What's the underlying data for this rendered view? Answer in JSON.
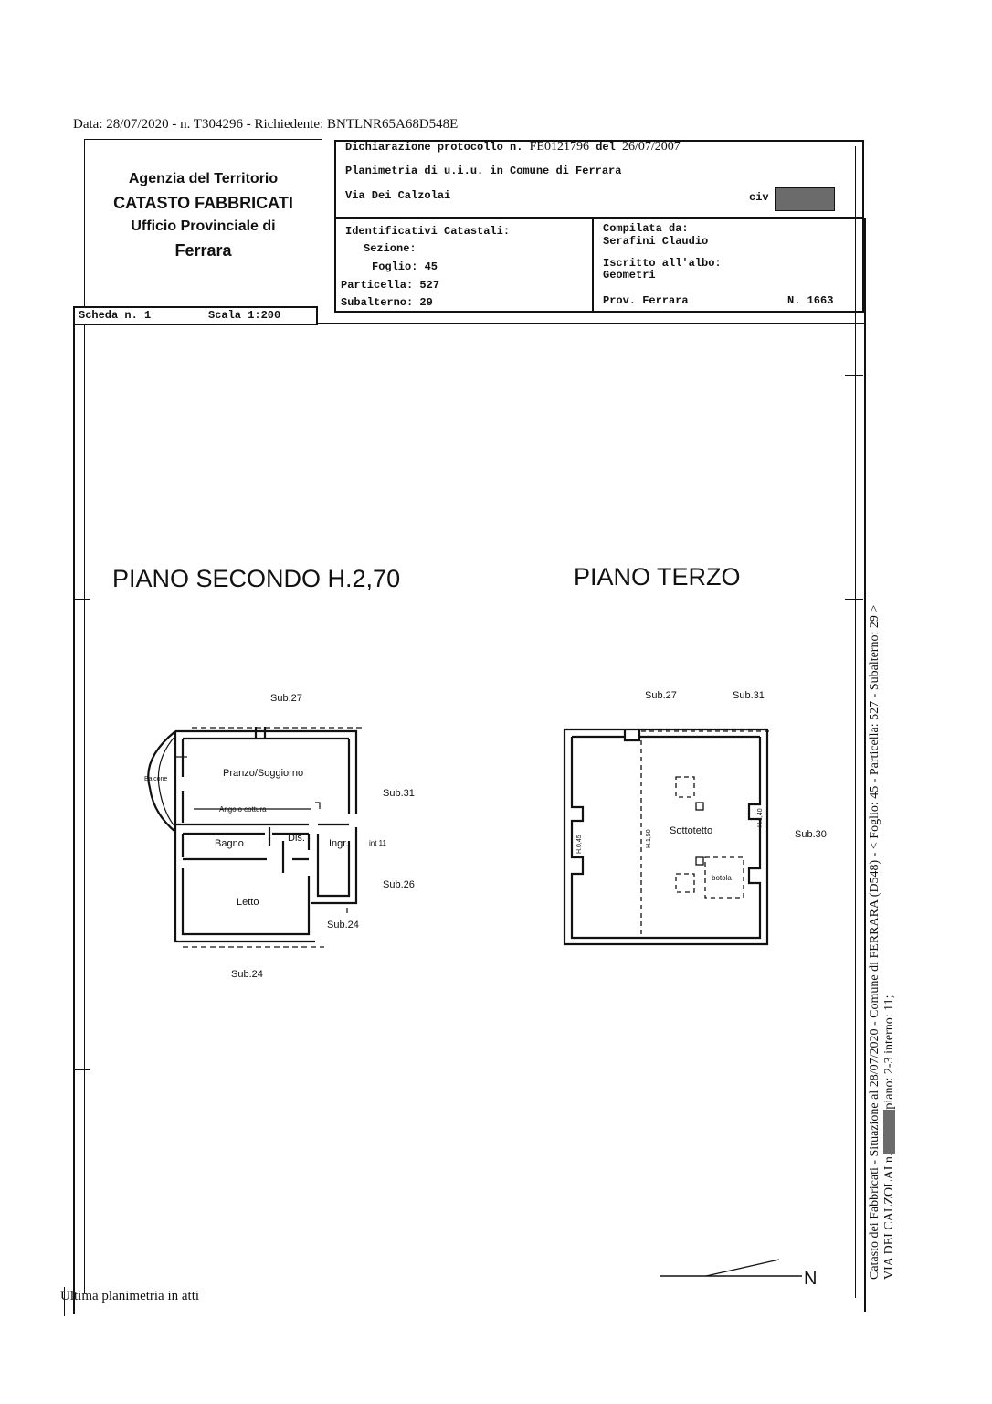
{
  "header": {
    "data_line": "Data: 28/07/2020 - n. T304296 - Richiedente: BNTLNR65A68D548E"
  },
  "agency": {
    "line1": "Agenzia del Territorio",
    "line2": "CATASTO FABBRICATI",
    "line3": "Ufficio Provinciale di",
    "line4": "Ferrara"
  },
  "declaration": {
    "protocol_label": "Dichiarazione protocollo n.",
    "protocol_number": "FE0121796",
    "date_label": "del",
    "date": "26/07/2007",
    "planimetry": "Planimetria di u.i.u. in Comune di Ferrara",
    "address": "Via Dei Calzolai",
    "civ_label": "civ"
  },
  "identifiers": {
    "title": "Identificativi Catastali:",
    "sezione": "Sezione:",
    "foglio": "Foglio: 45",
    "particella": "Particella: 527",
    "subalterno": "Subalterno: 29"
  },
  "compiler": {
    "label": "Compilata da:",
    "name": "Serafini Claudio",
    "albo_label": "Iscritto all'albo:",
    "albo": "Geometri",
    "prov": "Prov. Ferrara",
    "number": "N.  1663"
  },
  "scheda": {
    "number": "Scheda n. 1",
    "scale": "Scala 1:200"
  },
  "plans": {
    "second_title": "PIANO SECONDO H.2,70",
    "third_title": "PIANO TERZO"
  },
  "second_floor": {
    "sub27": "Sub.27",
    "sub31": "Sub.31",
    "sub26": "Sub.26",
    "sub24a": "Sub.24",
    "sub24b": "Sub.24",
    "balcone": "Balcone",
    "pranzo": "Pranzo/Soggiorno",
    "angolo": "Angolo cottura",
    "bagno": "Bagno",
    "dis": "Dis.",
    "ingr": "Ingr.",
    "int": "int 11",
    "letto": "Letto"
  },
  "third_floor": {
    "sub27": "Sub.27",
    "sub31": "Sub.31",
    "sub30": "Sub.30",
    "sottotetto": "Sottotetto",
    "botola": "botola",
    "h1": "H.0,45",
    "h2": "H.1,50",
    "h3": "H.1,40"
  },
  "north": "N",
  "footer": "Ultima planimetria in atti",
  "side": {
    "line1": "Catasto dei Fabbricati - Situazione al 28/07/2020 - Comune di FERRARA (D548) - < Foglio: 45 - Particella: 527 - Subalterno: 29 >",
    "line2": "VIA DEI CALZOLAI n.",
    "line2b": "piano: 2-3 interno: 11;"
  }
}
